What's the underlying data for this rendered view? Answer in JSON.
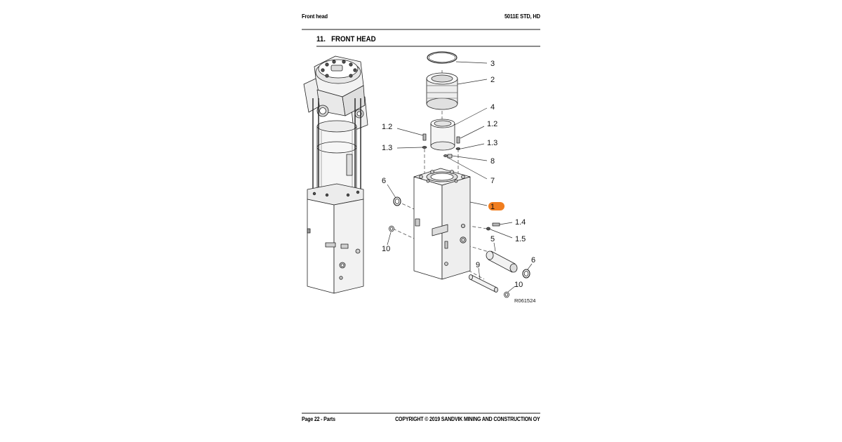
{
  "header": {
    "left": "Front head",
    "right": "5011E STD, HD"
  },
  "section": {
    "number": "11.",
    "title": "FRONT HEAD"
  },
  "figure": {
    "reference_code": "R061524",
    "callouts": {
      "c3": "3",
      "c2": "2",
      "c4": "4",
      "c1_2_left": "1.2",
      "c1_3_left": "1.3",
      "c1_2_right": "1.2",
      "c1_3_right": "1.3",
      "c8": "8",
      "c7": "7",
      "c6_left": "6",
      "c1": "1",
      "c1_4": "1.4",
      "c1_5": "1.5",
      "c5": "5",
      "c10_left": "10",
      "c9": "9",
      "c6_right": "6",
      "c10_right": "10"
    },
    "highlight_color": "#f07d1e"
  },
  "footer": {
    "left": "Page 22 - Parts",
    "right": "COPYRIGHT © 2019 SANDVIK MINING AND CONSTRUCTION OY"
  }
}
